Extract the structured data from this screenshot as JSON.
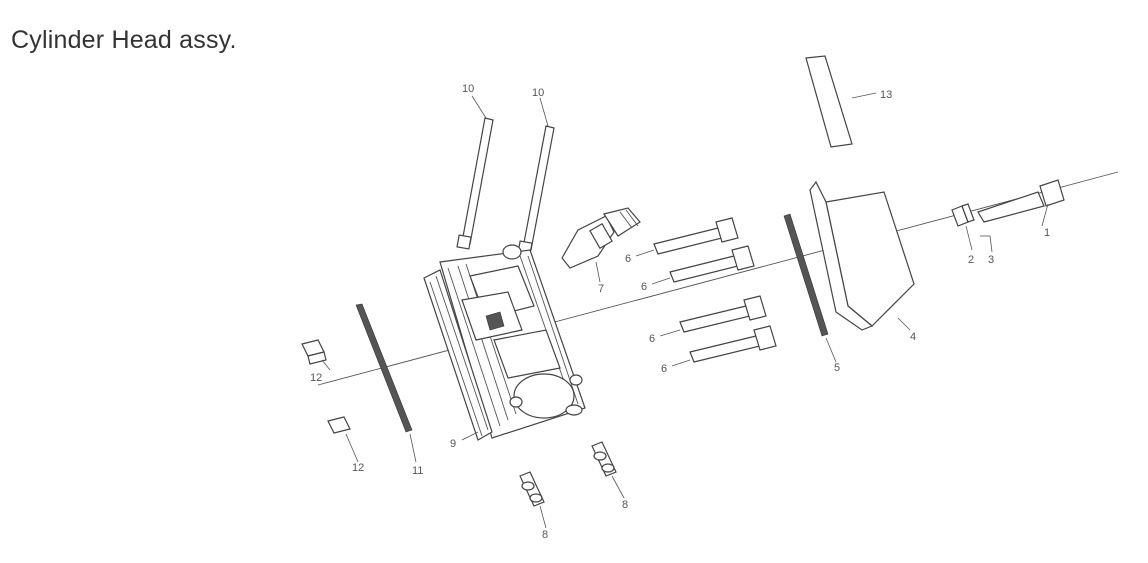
{
  "title": "Cylinder Head assy.",
  "callouts": [
    {
      "id": "c1",
      "text": "1"
    },
    {
      "id": "c2",
      "text": "2"
    },
    {
      "id": "c3",
      "text": "3"
    },
    {
      "id": "c4",
      "text": "4"
    },
    {
      "id": "c5",
      "text": "5"
    },
    {
      "id": "c6a",
      "text": "6"
    },
    {
      "id": "c6b",
      "text": "6"
    },
    {
      "id": "c6c",
      "text": "6"
    },
    {
      "id": "c6d",
      "text": "6"
    },
    {
      "id": "c7",
      "text": "7"
    },
    {
      "id": "c8a",
      "text": "8"
    },
    {
      "id": "c8b",
      "text": "8"
    },
    {
      "id": "c9",
      "text": "9"
    },
    {
      "id": "c10a",
      "text": "10"
    },
    {
      "id": "c10b",
      "text": "10"
    },
    {
      "id": "c11",
      "text": "11"
    },
    {
      "id": "c12a",
      "text": "12"
    },
    {
      "id": "c12b",
      "text": "12"
    },
    {
      "id": "c13",
      "text": "13"
    }
  ]
}
